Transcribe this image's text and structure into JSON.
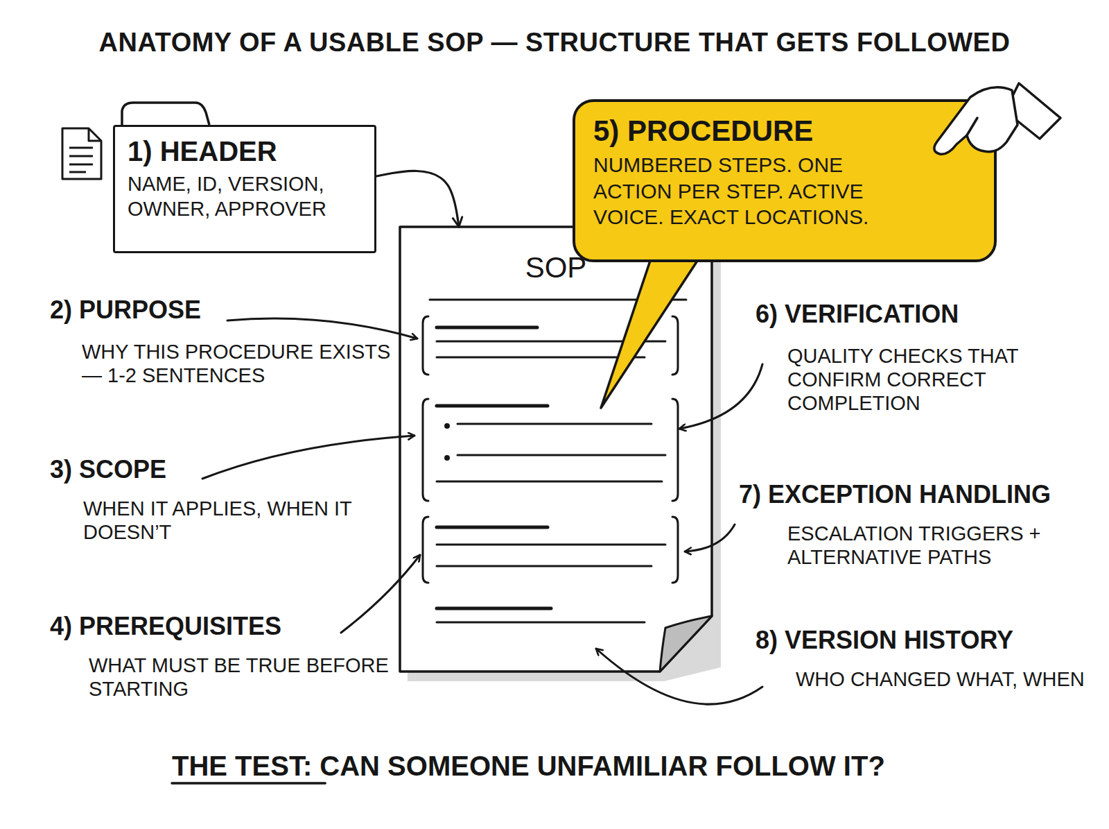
{
  "diagram": {
    "title": "ANATOMY OF A USABLE SOP — STRUCTURE THAT GETS FOLLOWED",
    "caption": "THE TEST: CAN SOMEONE UNFAMILIAR FOLLOW IT?",
    "nodes": [
      {
        "text": [
          "1) HEADER",
          "NAME, ID, VERSION, OWNER, APPROVER"
        ]
      },
      {
        "text": [
          "5) PROCEDURE",
          "NUMBERED STEPS. ONE ACTION PER STEP. ACTIVE VOICE. EXACT LOCATIONS."
        ]
      },
      {
        "text": [
          "SOP"
        ]
      }
    ],
    "edges": [
      {
        "from": 0,
        "to": 2,
        "arrow": "to"
      }
    ],
    "labels": [
      "2) PURPOSE",
      "WHY THIS PROCEDURE EXISTS — 1-2 SENTENCES",
      "3) SCOPE",
      "WHEN IT APPLIES, WHEN IT DOESN’T",
      "4) PREREQUISITES",
      "WHAT MUST BE TRUE BEFORE STARTING",
      "6) VERIFICATION",
      "QUALITY CHECKS THAT CONFIRM CORRECT COMPLETION",
      "7) EXCEPTION HANDLING",
      "ESCALATION TRIGGERS + ALTERNATIVE PATHS",
      "8) VERSION HISTORY",
      "WHO CHANGED WHAT, WHEN"
    ]
  }
}
